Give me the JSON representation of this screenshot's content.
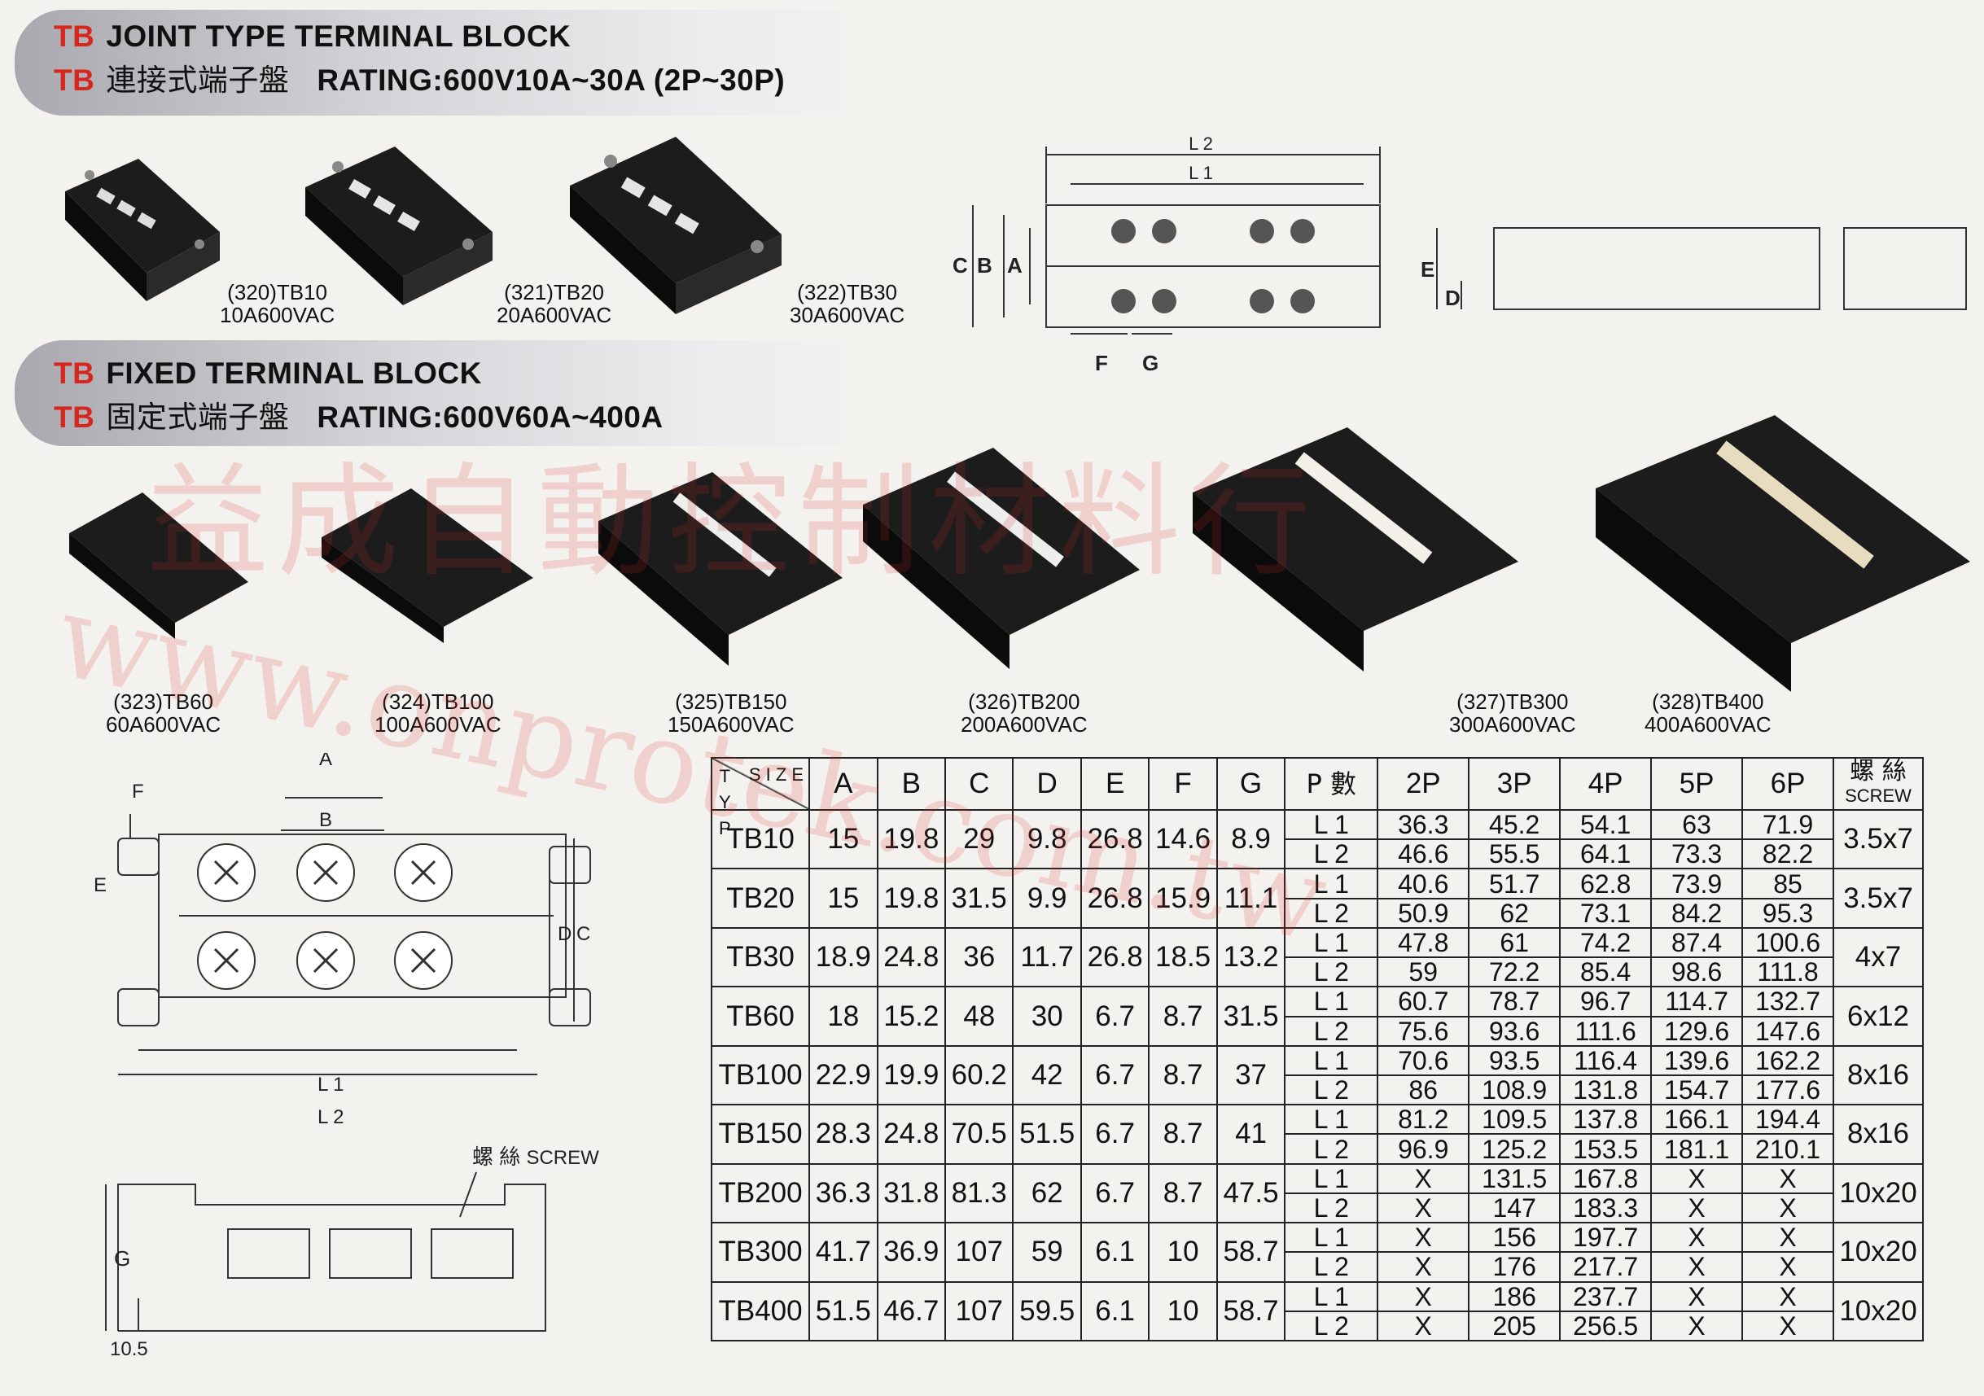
{
  "section1": {
    "title_en": {
      "tb": "TB",
      "text": "JOINT TYPE TERMINAL BLOCK"
    },
    "title_cn": {
      "tb": "TB",
      "text": "連接式端子盤",
      "rating": "RATING:600V10A~30A (2P~30P)"
    }
  },
  "section2": {
    "title_en": {
      "tb": "TB",
      "text": "FIXED TERMINAL BLOCK"
    },
    "title_cn": {
      "tb": "TB",
      "text": "固定式端子盤",
      "rating": "RATING:600V60A~400A"
    }
  },
  "products": [
    {
      "code": "(320)TB10",
      "rating": "10A600VAC"
    },
    {
      "code": "(321)TB20",
      "rating": "20A600VAC"
    },
    {
      "code": "(322)TB30",
      "rating": "30A600VAC"
    },
    {
      "code": "(323)TB60",
      "rating": "60A600VAC"
    },
    {
      "code": "(324)TB100",
      "rating": "100A600VAC"
    },
    {
      "code": "(325)TB150",
      "rating": "150A600VAC"
    },
    {
      "code": "(326)TB200",
      "rating": "200A600VAC"
    },
    {
      "code": "(327)TB300",
      "rating": "300A600VAC"
    },
    {
      "code": "(328)TB400",
      "rating": "400A600VAC"
    }
  ],
  "diagram_labels": {
    "L1": "L 1",
    "L2": "L 2",
    "A": "A",
    "B": "B",
    "C": "C",
    "D": "D",
    "E": "E",
    "F": "F",
    "G": "G",
    "screw_cn": "螺 絲",
    "screw_en": "SCREW",
    "dim": "10.5"
  },
  "table": {
    "corner": [
      "S",
      "I",
      "Z",
      "E",
      "TYPE"
    ],
    "headers": [
      "A",
      "B",
      "C",
      "D",
      "E",
      "F",
      "G",
      "P 數",
      "2P",
      "3P",
      "4P",
      "5P",
      "6P"
    ],
    "screw_header": {
      "cn": "螺 絲",
      "en": "SCREW"
    },
    "rows": [
      {
        "type": "TB10",
        "A": "15",
        "B": "19.8",
        "C": "29",
        "D": "9.8",
        "E": "26.8",
        "F": "14.6",
        "G": "8.9",
        "l1": [
          "36.3",
          "45.2",
          "54.1",
          "63",
          "71.9"
        ],
        "l2": [
          "46.6",
          "55.5",
          "64.1",
          "73.3",
          "82.2"
        ],
        "screw": "3.5x7"
      },
      {
        "type": "TB20",
        "A": "15",
        "B": "19.8",
        "C": "31.5",
        "D": "9.9",
        "E": "26.8",
        "F": "15.9",
        "G": "11.1",
        "l1": [
          "40.6",
          "51.7",
          "62.8",
          "73.9",
          "85"
        ],
        "l2": [
          "50.9",
          "62",
          "73.1",
          "84.2",
          "95.3"
        ],
        "screw": "3.5x7"
      },
      {
        "type": "TB30",
        "A": "18.9",
        "B": "24.8",
        "C": "36",
        "D": "11.7",
        "E": "26.8",
        "F": "18.5",
        "G": "13.2",
        "l1": [
          "47.8",
          "61",
          "74.2",
          "87.4",
          "100.6"
        ],
        "l2": [
          "59",
          "72.2",
          "85.4",
          "98.6",
          "111.8"
        ],
        "screw": "4x7"
      },
      {
        "type": "TB60",
        "A": "18",
        "B": "15.2",
        "C": "48",
        "D": "30",
        "E": "6.7",
        "F": "8.7",
        "G": "31.5",
        "l1": [
          "60.7",
          "78.7",
          "96.7",
          "114.7",
          "132.7"
        ],
        "l2": [
          "75.6",
          "93.6",
          "111.6",
          "129.6",
          "147.6"
        ],
        "screw": "6x12"
      },
      {
        "type": "TB100",
        "A": "22.9",
        "B": "19.9",
        "C": "60.2",
        "D": "42",
        "E": "6.7",
        "F": "8.7",
        "G": "37",
        "l1": [
          "70.6",
          "93.5",
          "116.4",
          "139.6",
          "162.2"
        ],
        "l2": [
          "86",
          "108.9",
          "131.8",
          "154.7",
          "177.6"
        ],
        "screw": "8x16"
      },
      {
        "type": "TB150",
        "A": "28.3",
        "B": "24.8",
        "C": "70.5",
        "D": "51.5",
        "E": "6.7",
        "F": "8.7",
        "G": "41",
        "l1": [
          "81.2",
          "109.5",
          "137.8",
          "166.1",
          "194.4"
        ],
        "l2": [
          "96.9",
          "125.2",
          "153.5",
          "181.1",
          "210.1"
        ],
        "screw": "8x16"
      },
      {
        "type": "TB200",
        "A": "36.3",
        "B": "31.8",
        "C": "81.3",
        "D": "62",
        "E": "6.7",
        "F": "8.7",
        "G": "47.5",
        "l1": [
          "X",
          "131.5",
          "167.8",
          "X",
          "X"
        ],
        "l2": [
          "X",
          "147",
          "183.3",
          "X",
          "X"
        ],
        "screw": "10x20"
      },
      {
        "type": "TB300",
        "A": "41.7",
        "B": "36.9",
        "C": "107",
        "D": "59",
        "E": "6.1",
        "F": "10",
        "G": "58.7",
        "l1": [
          "X",
          "156",
          "197.7",
          "X",
          "X"
        ],
        "l2": [
          "X",
          "176",
          "217.7",
          "X",
          "X"
        ],
        "screw": "10x20"
      },
      {
        "type": "TB400",
        "A": "51.5",
        "B": "46.7",
        "C": "107",
        "D": "59.5",
        "E": "6.1",
        "F": "10",
        "G": "58.7",
        "l1": [
          "X",
          "186",
          "237.7",
          "X",
          "X"
        ],
        "l2": [
          "X",
          "205",
          "256.5",
          "X",
          "X"
        ],
        "screw": "10x20"
      }
    ]
  },
  "watermark": {
    "cn": "益成自動控制材料行",
    "url": "www.onprotek.com.tw"
  }
}
